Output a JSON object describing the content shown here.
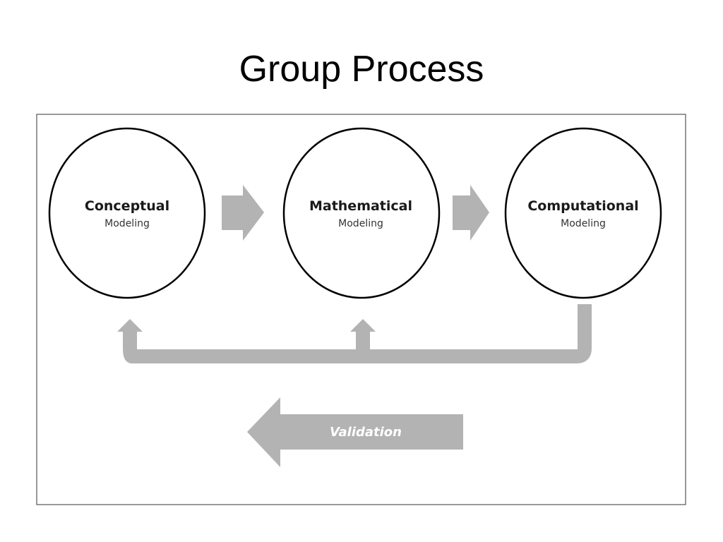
{
  "slide": {
    "title": "Group Process"
  },
  "diagram": {
    "nodes": [
      {
        "id": "conceptual",
        "title": "Conceptual",
        "subtitle": "Modeling"
      },
      {
        "id": "mathematical",
        "title": "Mathematical",
        "subtitle": "Modeling"
      },
      {
        "id": "computational",
        "title": "Computational",
        "subtitle": "Modeling"
      }
    ],
    "validation_label": "Validation",
    "colors": {
      "arrow_fill": "#b3b3b3",
      "circle_stroke": "#000000",
      "frame_stroke": "#555555"
    }
  }
}
